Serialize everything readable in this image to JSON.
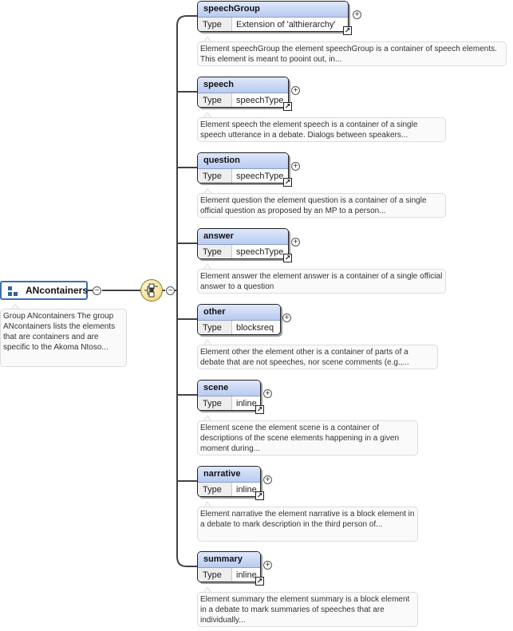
{
  "group": {
    "name": "ANcontainers",
    "doc": "Group ANcontainers The group ANcontainers lists the elements that are containers and are specific to the Akoma Ntoso..."
  },
  "type_label": "Type",
  "elements": [
    {
      "name": "speechGroup",
      "type": "Extension of 'althierarchy'",
      "doc": "Element speechGroup the element speechGroup is a container of speech elements. This element is meant to pooint out, in..."
    },
    {
      "name": "speech",
      "type": "speechType",
      "doc": "Element speech the element speech is a container of a single speech utterance in a debate. Dialogs between speakers..."
    },
    {
      "name": "question",
      "type": "speechType",
      "doc": "Element question the element question is a container of a single official question as proposed by an MP to a person..."
    },
    {
      "name": "answer",
      "type": "speechType",
      "doc": "Element answer the element answer is a container of a single official answer to a question"
    },
    {
      "name": "other",
      "type": "blocksreq",
      "doc": "Element other the element other is a container of parts of a debate that are not speeches, nor scene comments (e.g.,..."
    },
    {
      "name": "scene",
      "type": "inline",
      "doc": "Element scene the element scene is a container of descriptions of the scene elements happening in a given moment during..."
    },
    {
      "name": "narrative",
      "type": "inline",
      "doc": "Element narrative the element narrative is a block element in a debate to mark description in the third person of..."
    },
    {
      "name": "summary",
      "type": "inline",
      "doc": "Element summary the element summary is a block element in a debate to mark summaries of speeches that are individually..."
    }
  ]
}
